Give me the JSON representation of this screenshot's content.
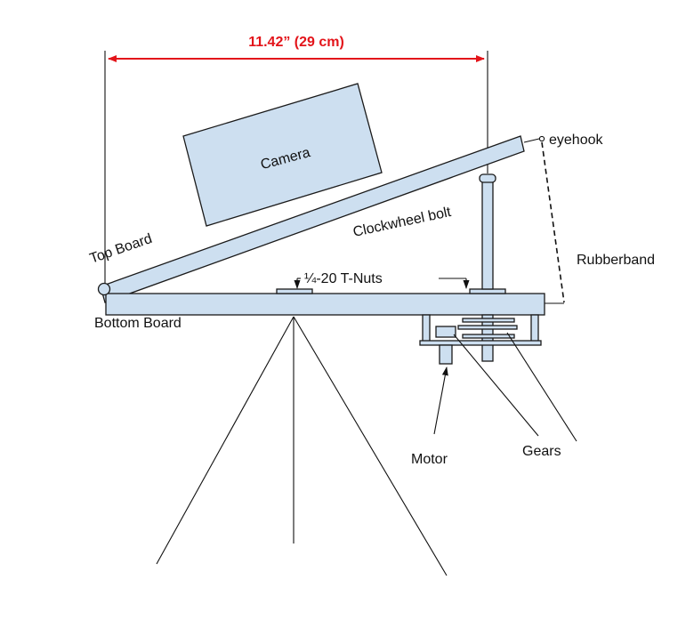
{
  "dimension": {
    "text": "11.42” (29 cm)"
  },
  "labels": {
    "camera": "Camera",
    "top_board": "Top Board",
    "bottom_board": "Bottom Board",
    "clockwheel_bolt": "Clockwheel bolt",
    "eyehook": "eyehook",
    "rubberband": "Rubberband",
    "t_nuts": "¼-20 T-Nuts",
    "motor": "Motor",
    "gears": "Gears"
  },
  "colors": {
    "part_fill": "#cddff0",
    "dimension": "#e3141a",
    "outline": "#1a1a1a"
  }
}
